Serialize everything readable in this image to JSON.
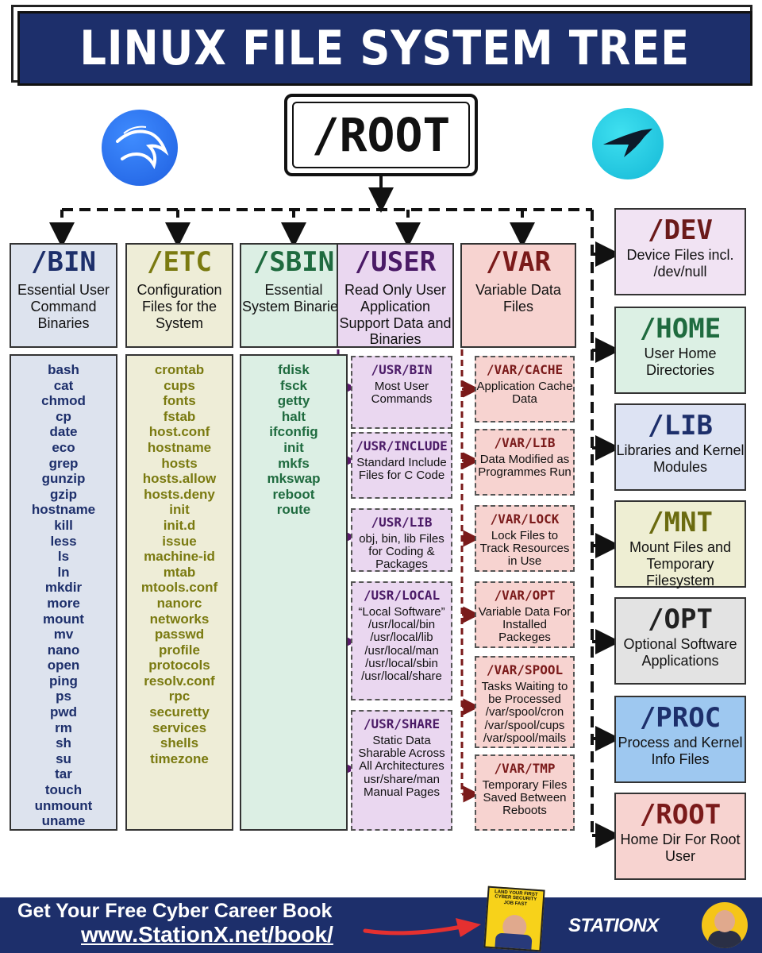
{
  "title": "LINUX FILE SYSTEM TREE",
  "root_label": "/ROOT",
  "logos": {
    "left": "kali-dragon-icon",
    "right": "parrot-bird-icon"
  },
  "columns": [
    {
      "key": "bin",
      "name": "/BIN",
      "desc": "Essential User Command Binaries",
      "color": "#dde3ee",
      "text_color": "#1d2f6b",
      "items": [
        "bash",
        "cat",
        "chmod",
        "cp",
        "date",
        "eco",
        "grep",
        "gunzip",
        "gzip",
        "hostname",
        "kill",
        "less",
        "ls",
        "ln",
        "mkdir",
        "more",
        "mount",
        "mv",
        "nano",
        "open",
        "ping",
        "ps",
        "pwd",
        "rm",
        "sh",
        "su",
        "tar",
        "touch",
        "unmount",
        "uname"
      ]
    },
    {
      "key": "etc",
      "name": "/ETC",
      "desc": "Configuration Files for the System",
      "color": "#eeedd7",
      "text_color": "#7a7a10",
      "items": [
        "crontab",
        "cups",
        "fonts",
        "fstab",
        "host.conf",
        "hostname",
        "hosts",
        "hosts.allow",
        "hosts.deny",
        "init",
        "init.d",
        "issue",
        "machine-id",
        "mtab",
        "mtools.conf",
        "nanorc",
        "networks",
        "passwd",
        "profile",
        "protocols",
        "resolv.conf",
        "rpc",
        "securetty",
        "services",
        "shells",
        "timezone"
      ]
    },
    {
      "key": "sbin",
      "name": "/SBIN",
      "desc": "Essential System Binaries",
      "color": "#dcefe4",
      "text_color": "#1f6b3f",
      "items": [
        "fdisk",
        "fsck",
        "getty",
        "halt",
        "ifconfig",
        "init",
        "mkfs",
        "mkswap",
        "reboot",
        "route"
      ]
    },
    {
      "key": "user",
      "name": "/USER",
      "desc": "Read Only User Application Support Data and Binaries",
      "color": "#ead7f0",
      "text_color": "#4a1a66"
    },
    {
      "key": "var",
      "name": "/VAR",
      "desc": "Variable Data Files",
      "color": "#f7d3d0",
      "text_color": "#7a1a1a"
    }
  ],
  "usr_subs": [
    {
      "name": "/USR/BIN",
      "desc": "Most User Commands"
    },
    {
      "name": "/USR/INCLUDE",
      "desc": "Standard Include Files for C Code"
    },
    {
      "name": "/USR/LIB",
      "desc": "obj, bin, lib Files for Coding & Packages"
    },
    {
      "name": "/USR/LOCAL",
      "desc": "“Local Software” /usr/local/bin /usr/local/lib /usr/local/man /usr/local/sbin /usr/local/share"
    },
    {
      "name": "/USR/SHARE",
      "desc": "Static Data Sharable Across All Architectures usr/share/man Manual Pages"
    }
  ],
  "var_subs": [
    {
      "name": "/VAR/CACHE",
      "desc": "Application Cache Data"
    },
    {
      "name": "/VAR/LIB",
      "desc": "Data Modified as Programmes Run"
    },
    {
      "name": "/VAR/LOCK",
      "desc": "Lock Files to Track Resources in Use"
    },
    {
      "name": "/VAR/OPT",
      "desc": "Variable Data For Installed Packeges"
    },
    {
      "name": "/VAR/SPOOL",
      "desc": "Tasks Waiting to be Processed /var/spool/cron /var/spool/cups /var/spool/mails"
    },
    {
      "name": "/VAR/TMP",
      "desc": "Temporary Files Saved Between Reboots"
    }
  ],
  "right_boxes": [
    {
      "name": "/DEV",
      "desc": "Device Files incl. /dev/null",
      "color": "#f1e3f3",
      "text_color": "#6b1a1a"
    },
    {
      "name": "/HOME",
      "desc": "User Home Directories",
      "color": "#dcf0e4",
      "text_color": "#1f6b3f"
    },
    {
      "name": "/LIB",
      "desc": "Libraries and Kernel Modules",
      "color": "#dde3f3",
      "text_color": "#1d2f6b"
    },
    {
      "name": "/MNT",
      "desc": "Mount Files and Temporary Filesystem",
      "color": "#eeeed3",
      "text_color": "#6b6b10"
    },
    {
      "name": "/OPT",
      "desc": "Optional Software Applications",
      "color": "#e3e3e3",
      "text_color": "#222222"
    },
    {
      "name": "/PROC",
      "desc": "Process and Kernel Info Files",
      "color": "#9ec8f0",
      "text_color": "#1d2f6b"
    },
    {
      "name": "/ROOT",
      "desc": "Home Dir For Root User",
      "color": "#f7d3d0",
      "text_color": "#7a1a1a"
    }
  ],
  "footer": {
    "line1": "Get Your Free Cyber Career Book",
    "line2": "www.StationX.net/book/",
    "book_title": "LAND YOUR FIRST CYBER SECURITY JOB FAST",
    "brand": "STATIONX",
    "bg_color": "#1d2f6b"
  }
}
